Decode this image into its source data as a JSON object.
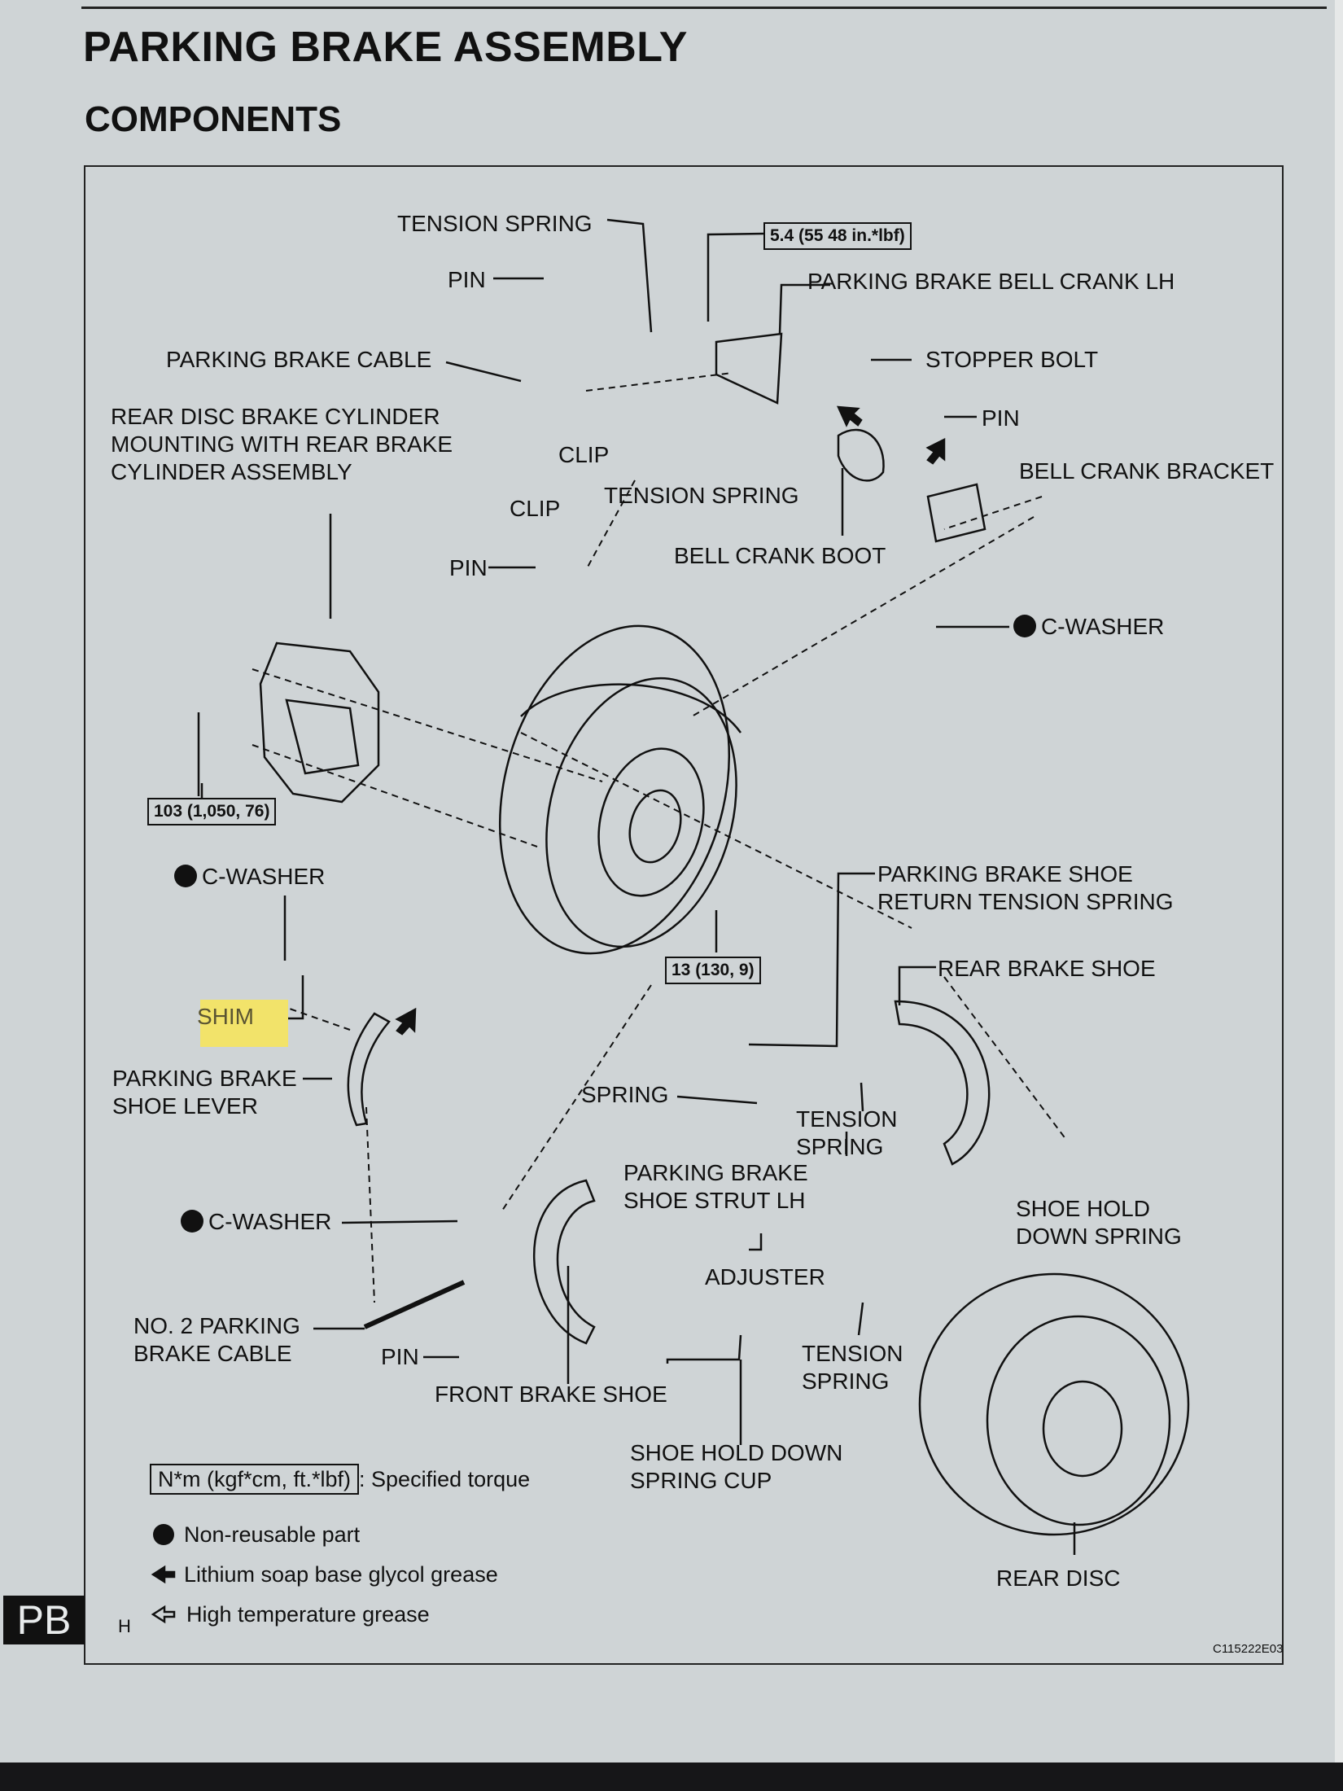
{
  "header": {
    "title": "PARKING BRAKE ASSEMBLY",
    "subtitle": "COMPONENTS"
  },
  "labels": {
    "tension_spring_top": "TENSION SPRING",
    "torque_bell_crank": "5.4 (55 48 in.*lbf)",
    "pin_top": "PIN",
    "bell_crank_lh": "PARKING BRAKE BELL CRANK LH",
    "parking_brake_cable": "PARKING BRAKE CABLE",
    "stopper_bolt": "STOPPER BOLT",
    "rear_disc_brake_cylinder": "REAR DISC BRAKE CYLINDER\nMOUNTING WITH REAR BRAKE\nCYLINDER ASSEMBLY",
    "pin_bracket": "PIN",
    "clip_upper": "CLIP",
    "bell_crank_bracket": "BELL CRANK BRACKET",
    "clip_lower": "CLIP",
    "tension_spring_mid": "TENSION SPRING",
    "bell_crank_boot": "BELL CRANK BOOT",
    "pin_mid": "PIN",
    "c_washer_bracket": "C-WASHER",
    "torque_caliper": "103 (1,050, 76)",
    "c_washer_left": "C-WASHER",
    "return_tension_spring": "PARKING BRAKE SHOE\nRETURN TENSION SPRING",
    "torque_backing": "13 (130, 9)",
    "rear_brake_shoe": "REAR BRAKE SHOE",
    "shim": "SHIM",
    "shoe_lever": "PARKING BRAKE\nSHOE LEVER",
    "spring": "SPRING",
    "tension_spring_right": "TENSION\nSPRING",
    "shoe_strut": "PARKING BRAKE\nSHOE STRUT LH",
    "shoe_hold_down_spring": "SHOE HOLD\nDOWN SPRING",
    "c_washer_lower": "C-WASHER",
    "adjuster": "ADJUSTER",
    "no2_cable": "NO. 2 PARKING\nBRAKE CABLE",
    "pin_bottom": "PIN",
    "tension_spring_bottom": "TENSION\nSPRING",
    "front_brake_shoe": "FRONT BRAKE SHOE",
    "shoe_hold_down_cup": "SHOE HOLD DOWN\nSPRING CUP",
    "rear_disc": "REAR DISC"
  },
  "legend": {
    "torque_box": "N*m (kgf*cm, ft.*lbf)",
    "torque_desc": ": Specified torque",
    "non_reusable": "Non-reusable part",
    "lithium_grease": "Lithium soap base glycol grease",
    "high_temp_grease": "High temperature grease"
  },
  "footer": {
    "section_tab": "PB",
    "mark": "H",
    "figure_code": "C115222E03"
  },
  "colors": {
    "paper": "#cfd4d6",
    "ink": "#111111",
    "highlight": "#f2e36a"
  }
}
